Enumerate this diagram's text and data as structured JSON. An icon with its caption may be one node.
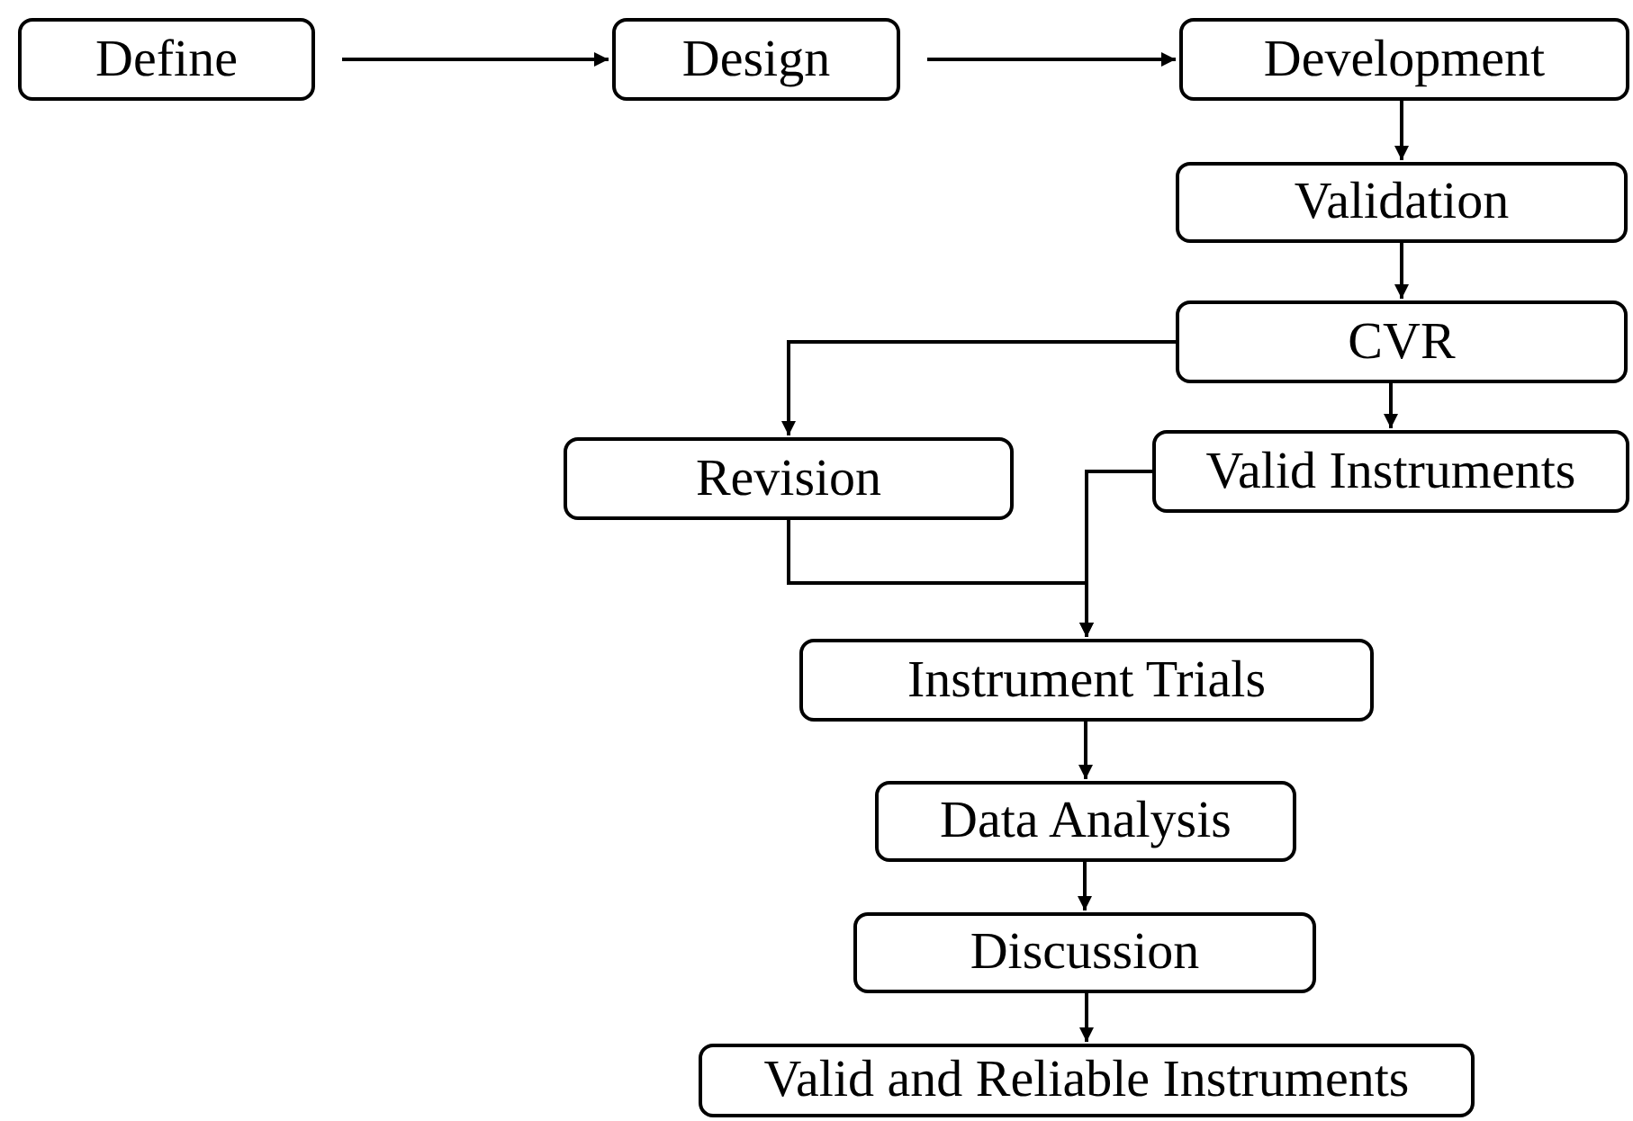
{
  "diagram": {
    "nodes": [
      {
        "text": [
          "Define"
        ]
      },
      {
        "text": [
          "Design"
        ]
      },
      {
        "text": [
          "Development"
        ]
      },
      {
        "text": [
          "Validation"
        ]
      },
      {
        "text": [
          "CVR"
        ]
      },
      {
        "text": [
          "Revision"
        ]
      },
      {
        "text": [
          "Valid Instruments"
        ]
      },
      {
        "text": [
          "Instrument Trials"
        ]
      },
      {
        "text": [
          "Data Analysis"
        ]
      },
      {
        "text": [
          "Discussion"
        ]
      },
      {
        "text": [
          "Valid and Reliable Instruments"
        ]
      }
    ],
    "edges": [
      {
        "from": 0,
        "to": 1,
        "arrow": "to"
      },
      {
        "from": 1,
        "to": 2,
        "arrow": "to"
      },
      {
        "from": 2,
        "to": 3,
        "arrow": "to"
      },
      {
        "from": 3,
        "to": 4,
        "arrow": "to"
      },
      {
        "from": 4,
        "to": 5,
        "arrow": "to"
      },
      {
        "from": 4,
        "to": 6,
        "arrow": "to"
      },
      {
        "from": 5,
        "to": 7,
        "arrow": "to"
      },
      {
        "from": 6,
        "to": 7,
        "arrow": "to"
      },
      {
        "from": 7,
        "to": 8,
        "arrow": "to"
      },
      {
        "from": 8,
        "to": 9,
        "arrow": "to"
      },
      {
        "from": 9,
        "to": 10,
        "arrow": "to"
      }
    ]
  }
}
